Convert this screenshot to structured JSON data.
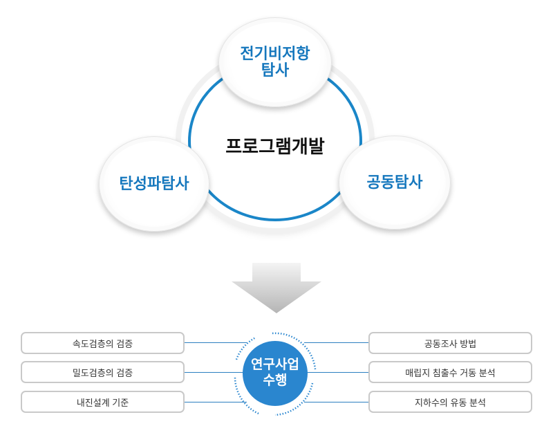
{
  "top": {
    "center": "프로그램개발",
    "satellites": {
      "top": "전기비저항\n탐사",
      "top_line1": "전기비저항",
      "top_line2": "탐사",
      "left": "탄성파탐사",
      "right": "공동탐사"
    }
  },
  "bottom": {
    "core_line1": "연구사업",
    "core_line2": "수행",
    "left_items": [
      "속도검층의 검증",
      "밀도검층의 검증",
      "내진설계 기준"
    ],
    "right_items": [
      "공동조사 방법",
      "매립지 침출수 거동 분석",
      "지하수의 유동 분석"
    ]
  },
  "colors": {
    "accent": "#1a86c8",
    "core": "#2a86cf"
  }
}
